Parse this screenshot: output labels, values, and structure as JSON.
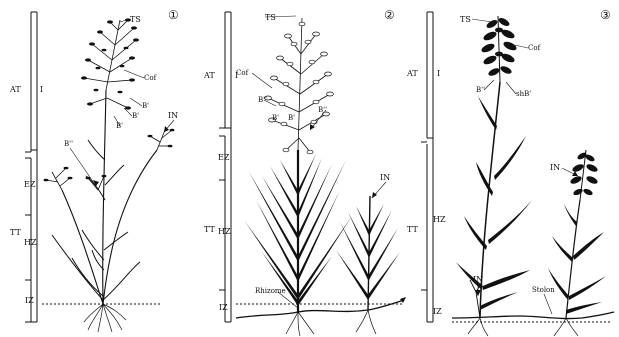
{
  "panels": [
    {
      "number": "①",
      "scale_labels": {
        "at": "AT",
        "tt": "TT",
        "i": "I",
        "ez": "EZ",
        "hz": "HZ",
        "iz": "IZ"
      },
      "labels": {
        "ts": "TS",
        "cof": "Cof",
        "b_double": "B''",
        "b_prime": "B'",
        "in": "IN"
      }
    },
    {
      "number": "②",
      "scale_labels": {
        "at": "AT",
        "tt": "TT",
        "i": "I",
        "ez": "EZ",
        "hz": "HZ",
        "iz": "IZ"
      },
      "labels": {
        "ts": "TS",
        "cof": "Cof",
        "b_double": "B''",
        "b_prime": "B'",
        "in": "IN",
        "rhizome": "Rhizome"
      }
    },
    {
      "number": "③",
      "scale_labels": {
        "at": "AT",
        "tt": "TT",
        "i": "I",
        "hz": "HZ",
        "iz": "IZ"
      },
      "labels": {
        "ts": "TS",
        "cof": "Cof",
        "b_double": "B''",
        "shb": "shB'",
        "in": "IN",
        "stolon": "Stolon"
      }
    }
  ],
  "colors": {
    "ink": "#111111",
    "background": "#ffffff"
  }
}
